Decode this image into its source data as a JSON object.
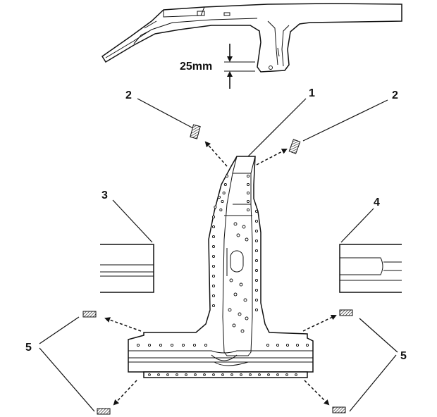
{
  "diagram": {
    "dimension_label": "25mm",
    "callouts": {
      "c1": "1",
      "c2_left": "2",
      "c2_right": "2",
      "c3": "3",
      "c4": "4",
      "c5_left": "5",
      "c5_right": "5"
    }
  }
}
